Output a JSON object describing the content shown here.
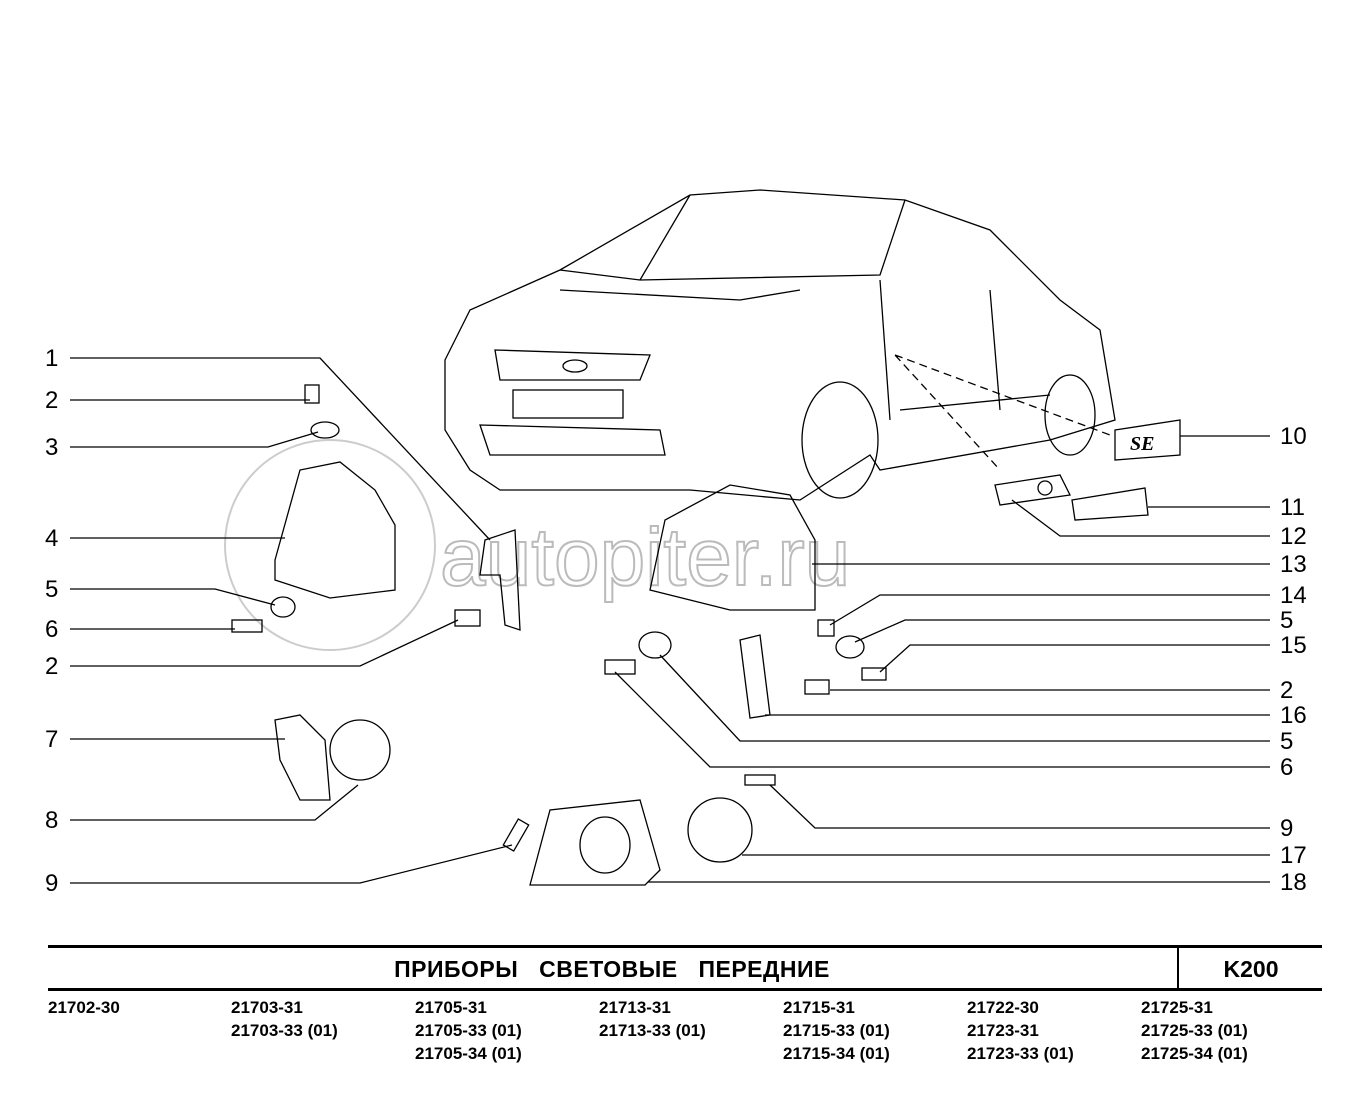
{
  "watermark": "autopiter.ru",
  "emblem_text": "SE",
  "callouts_left": [
    "1",
    "2",
    "3",
    "4",
    "5",
    "6",
    "2",
    "7",
    "8",
    "9"
  ],
  "callouts_right": [
    "10",
    "11",
    "12",
    "13",
    "14",
    "5",
    "15",
    "2",
    "16",
    "5",
    "6",
    "9",
    "17",
    "18"
  ],
  "footer": {
    "title": "ПРИБОРЫ   СВЕТОВЫЕ   ПЕРЕДНИЕ",
    "code": "K200",
    "models": [
      [
        "21702-30"
      ],
      [
        "21703-31",
        "21703-33 (01)"
      ],
      [
        "21705-31",
        "21705-33 (01)",
        "21705-34 (01)"
      ],
      [
        "21713-31",
        "21713-33 (01)"
      ],
      [
        "21715-31",
        "21715-33 (01)",
        "21715-34 (01)"
      ],
      [
        "21722-30",
        "21723-31",
        "21723-33 (01)"
      ],
      [
        "21725-31",
        "21725-33 (01)",
        "21725-34 (01)"
      ]
    ]
  }
}
